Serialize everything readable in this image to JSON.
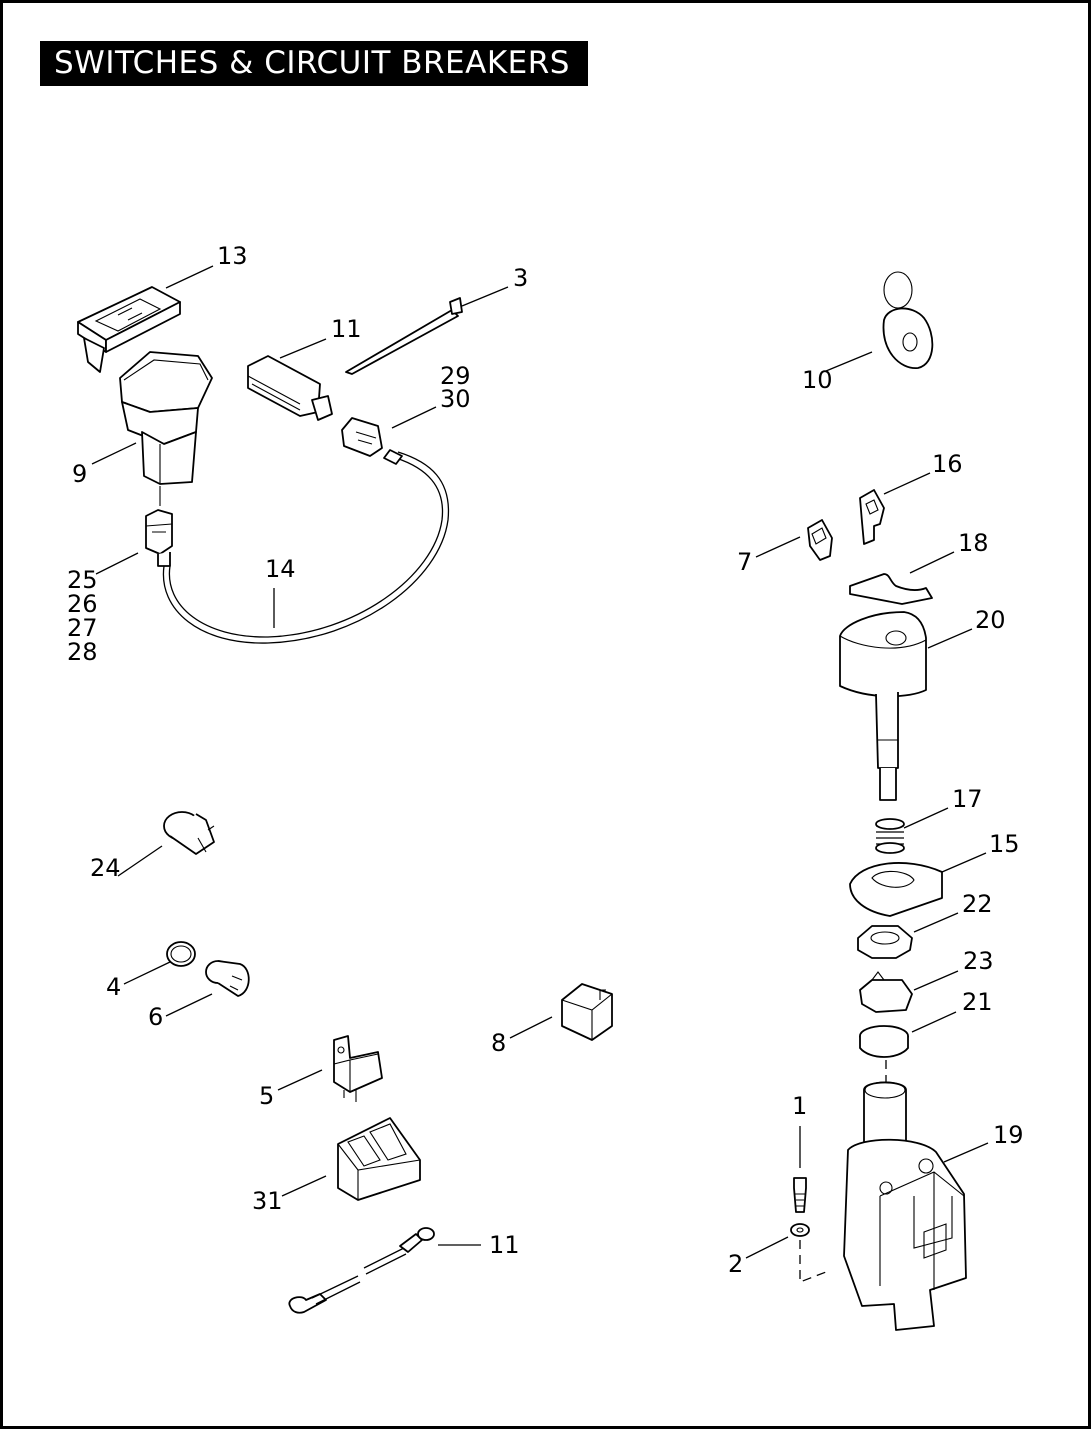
{
  "title": "SWITCHES & CIRCUIT BREAKERS",
  "callouts": [
    {
      "id": "c13",
      "text": "13"
    },
    {
      "id": "c3",
      "text": "3"
    },
    {
      "id": "c11a",
      "text": "11"
    },
    {
      "id": "c29",
      "text": "29"
    },
    {
      "id": "c30",
      "text": "30"
    },
    {
      "id": "c9",
      "text": "9"
    },
    {
      "id": "c25",
      "text": "25"
    },
    {
      "id": "c26",
      "text": "26"
    },
    {
      "id": "c27",
      "text": "27"
    },
    {
      "id": "c28",
      "text": "28"
    },
    {
      "id": "c14",
      "text": "14"
    },
    {
      "id": "c10",
      "text": "10"
    },
    {
      "id": "c16",
      "text": "16"
    },
    {
      "id": "c7",
      "text": "7"
    },
    {
      "id": "c18",
      "text": "18"
    },
    {
      "id": "c20",
      "text": "20"
    },
    {
      "id": "c17",
      "text": "17"
    },
    {
      "id": "c15",
      "text": "15"
    },
    {
      "id": "c22",
      "text": "22"
    },
    {
      "id": "c23",
      "text": "23"
    },
    {
      "id": "c21",
      "text": "21"
    },
    {
      "id": "c24",
      "text": "24"
    },
    {
      "id": "c4",
      "text": "4"
    },
    {
      "id": "c6",
      "text": "6"
    },
    {
      "id": "c8",
      "text": "8"
    },
    {
      "id": "c5",
      "text": "5"
    },
    {
      "id": "c1",
      "text": "1"
    },
    {
      "id": "c19",
      "text": "19"
    },
    {
      "id": "c31",
      "text": "31"
    },
    {
      "id": "c11b",
      "text": "11"
    },
    {
      "id": "c2",
      "text": "2"
    }
  ]
}
